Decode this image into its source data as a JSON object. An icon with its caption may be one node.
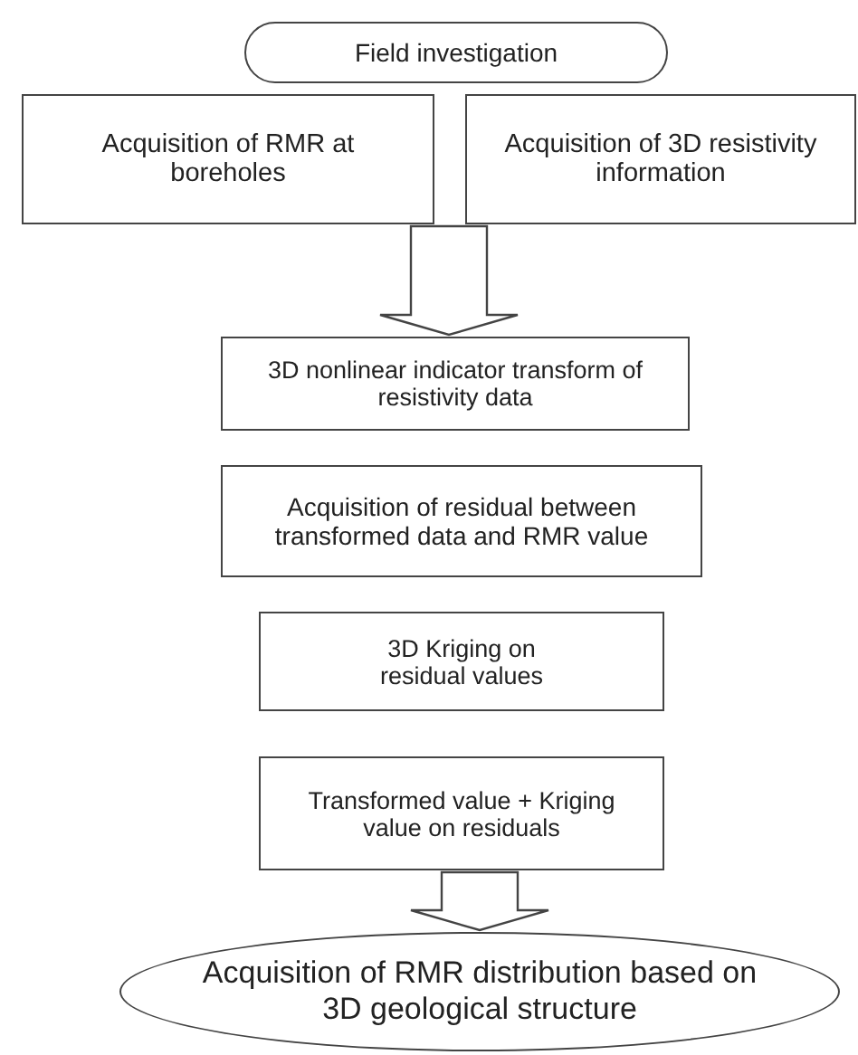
{
  "diagram": {
    "nodes": [
      {
        "text": [
          "Field investigation"
        ]
      },
      {
        "text": [
          "Acquisition of RMR at boreholes"
        ]
      },
      {
        "text": [
          "Acquisition of 3D resistivity information"
        ]
      },
      {
        "text": [
          "3D nonlinear indicator transform of resistivity data"
        ]
      },
      {
        "text": [
          "Acquisition of residual between transformed data and RMR value"
        ]
      },
      {
        "text": [
          "3D Kriging on residual values"
        ]
      },
      {
        "text": [
          "Transformed value + Kriging value on residuals"
        ]
      },
      {
        "text": [
          "Acquisition of RMR distribution based on 3D geological structure"
        ]
      }
    ],
    "edges": [
      {
        "from": 1,
        "to": 3,
        "arrow": "to"
      },
      {
        "from": 2,
        "to": 3,
        "arrow": "to"
      },
      {
        "from": 6,
        "to": 7,
        "arrow": "to"
      }
    ]
  }
}
